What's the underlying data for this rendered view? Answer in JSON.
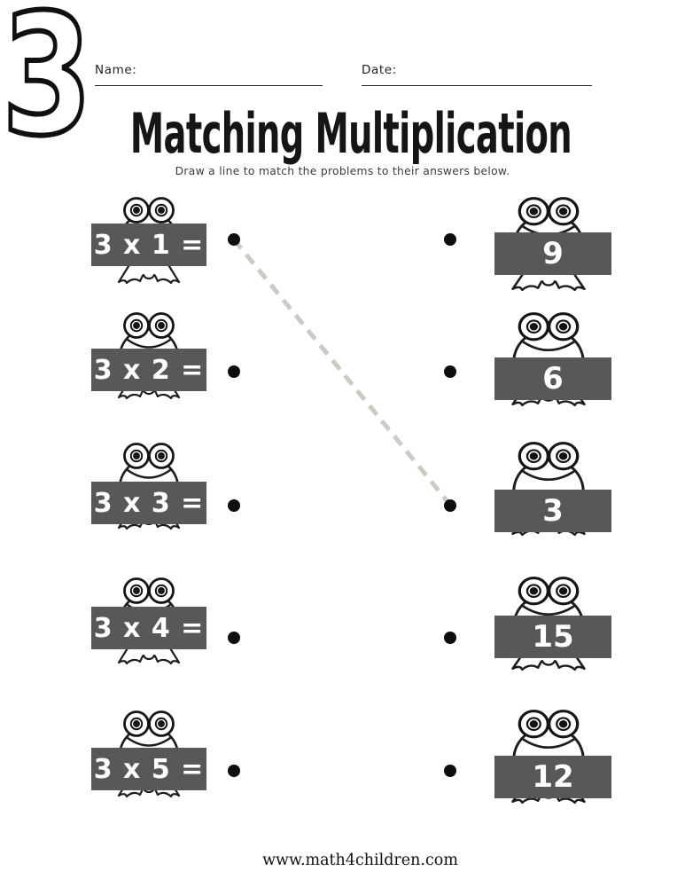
{
  "header": {
    "corner_number": "3",
    "name_label": "Name:",
    "date_label": "Date:",
    "title": "Matching Multiplication",
    "instructions": "Draw a line to match the problems to their answers below."
  },
  "worksheet": {
    "problems": [
      {
        "label": "3 x 1 ="
      },
      {
        "label": "3 x 2 ="
      },
      {
        "label": "3 x 3 ="
      },
      {
        "label": "3 x 4 ="
      },
      {
        "label": "3 x 5 ="
      }
    ],
    "answers": [
      {
        "label": "9"
      },
      {
        "label": "6"
      },
      {
        "label": "3"
      },
      {
        "label": "15"
      },
      {
        "label": "12"
      }
    ],
    "drawn_connection": {
      "from_problem": "3 x 1 =",
      "to_answer": "3"
    }
  },
  "footer": {
    "website": "www.math4children.com"
  },
  "icons": {
    "mascot": "frog-icon"
  },
  "colors": {
    "sign_bg": "#58585A",
    "sign_text": "#FFFFFF",
    "dot": "#0E0E0E",
    "dash": "#C9CCC3",
    "ink": "#1D1D1D"
  }
}
